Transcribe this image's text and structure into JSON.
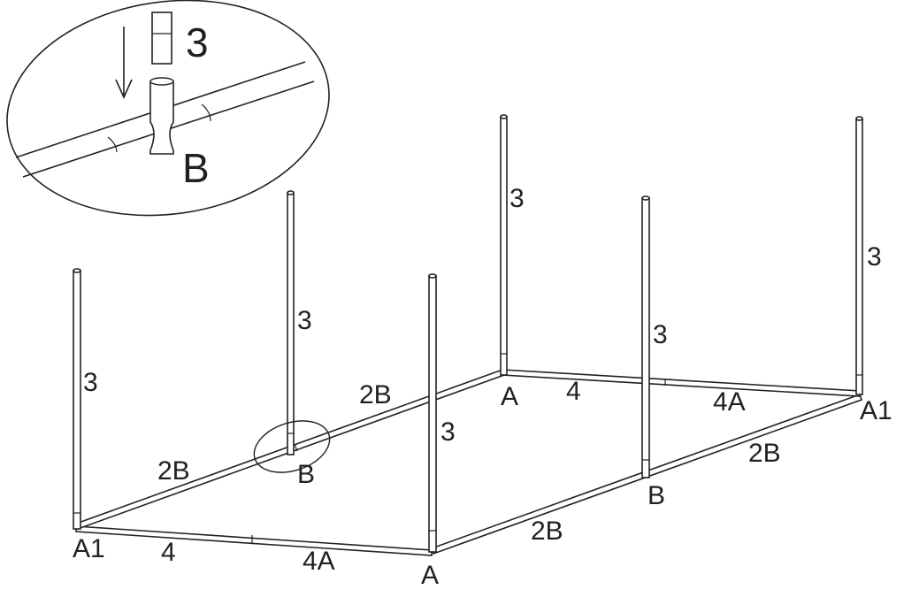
{
  "diagram": {
    "frame_labels": {
      "a1_front": "A1",
      "a1_back": "A1",
      "a_front": "A",
      "a_back": "A",
      "b_left": "B",
      "b_right": "B"
    },
    "rail_labels": {
      "front_left_4": "4",
      "front_right_4a": "4A",
      "back_left_4": "4",
      "back_right_4a": "4A",
      "left_lower_2b": "2B",
      "left_upper_2b": "2B",
      "right_lower_2b": "2B",
      "right_upper_2b": "2B"
    },
    "pole_labels": {
      "pole_front_left": "3",
      "pole_left_mid": "3",
      "pole_front_right": "3",
      "pole_back_left": "3",
      "pole_right_mid": "3",
      "pole_back_right": "3"
    },
    "inset": {
      "pole_label": "3",
      "connector_label": "B"
    }
  }
}
